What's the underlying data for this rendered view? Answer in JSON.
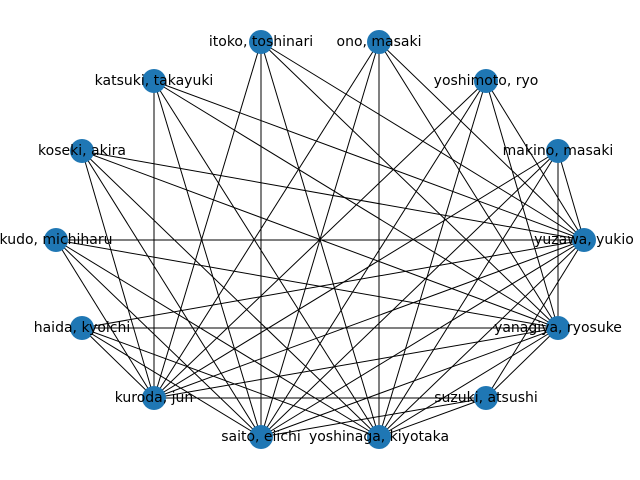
{
  "graph": {
    "node_color": "#1f77b4",
    "edge_color": "#000000",
    "label_color": "#000000",
    "nodes": [
      {
        "id": "itoko",
        "label": "itoko, toshinari"
      },
      {
        "id": "ono",
        "label": "ono, masaki"
      },
      {
        "id": "katsuki",
        "label": "katsuki, takayuki"
      },
      {
        "id": "yoshimoto",
        "label": "yoshimoto, ryo"
      },
      {
        "id": "koseki",
        "label": "koseki, akira"
      },
      {
        "id": "makino",
        "label": "makino, masaki"
      },
      {
        "id": "kudo",
        "label": "kudo, michiharu"
      },
      {
        "id": "yuzawa",
        "label": "yuzawa, yukio"
      },
      {
        "id": "haida",
        "label": "haida, kyoichi"
      },
      {
        "id": "yanagiya",
        "label": "yanagiya, ryosuke"
      },
      {
        "id": "kuroda",
        "label": "kuroda, jun"
      },
      {
        "id": "suzuki",
        "label": "suzuki, atsushi"
      },
      {
        "id": "saito",
        "label": "saito, eiichi"
      },
      {
        "id": "yoshinaga",
        "label": "yoshinaga, kiyotaka"
      }
    ],
    "edges": [
      [
        "itoko",
        "kuroda"
      ],
      [
        "itoko",
        "saito"
      ],
      [
        "itoko",
        "yoshinaga"
      ],
      [
        "itoko",
        "yuzawa"
      ],
      [
        "itoko",
        "yanagiya"
      ],
      [
        "ono",
        "kuroda"
      ],
      [
        "ono",
        "saito"
      ],
      [
        "ono",
        "yoshinaga"
      ],
      [
        "ono",
        "yuzawa"
      ],
      [
        "ono",
        "yanagiya"
      ],
      [
        "katsuki",
        "kuroda"
      ],
      [
        "katsuki",
        "saito"
      ],
      [
        "katsuki",
        "yoshinaga"
      ],
      [
        "katsuki",
        "yuzawa"
      ],
      [
        "katsuki",
        "yanagiya"
      ],
      [
        "yoshimoto",
        "kuroda"
      ],
      [
        "yoshimoto",
        "saito"
      ],
      [
        "yoshimoto",
        "yoshinaga"
      ],
      [
        "yoshimoto",
        "yuzawa"
      ],
      [
        "yoshimoto",
        "yanagiya"
      ],
      [
        "koseki",
        "kuroda"
      ],
      [
        "koseki",
        "saito"
      ],
      [
        "koseki",
        "yoshinaga"
      ],
      [
        "koseki",
        "yuzawa"
      ],
      [
        "koseki",
        "yanagiya"
      ],
      [
        "makino",
        "kuroda"
      ],
      [
        "makino",
        "saito"
      ],
      [
        "makino",
        "yoshinaga"
      ],
      [
        "makino",
        "yuzawa"
      ],
      [
        "makino",
        "yanagiya"
      ],
      [
        "kudo",
        "kuroda"
      ],
      [
        "kudo",
        "saito"
      ],
      [
        "kudo",
        "yoshinaga"
      ],
      [
        "kudo",
        "yuzawa"
      ],
      [
        "kudo",
        "yanagiya"
      ],
      [
        "haida",
        "kuroda"
      ],
      [
        "haida",
        "saito"
      ],
      [
        "haida",
        "yoshinaga"
      ],
      [
        "haida",
        "yuzawa"
      ],
      [
        "haida",
        "yanagiya"
      ],
      [
        "suzuki",
        "kuroda"
      ],
      [
        "suzuki",
        "saito"
      ],
      [
        "suzuki",
        "yoshinaga"
      ],
      [
        "suzuki",
        "yuzawa"
      ],
      [
        "suzuki",
        "yanagiya"
      ],
      [
        "yuzawa",
        "kuroda"
      ],
      [
        "yuzawa",
        "saito"
      ],
      [
        "yuzawa",
        "yoshinaga"
      ],
      [
        "yanagiya",
        "kuroda"
      ],
      [
        "yanagiya",
        "saito"
      ],
      [
        "yanagiya",
        "yoshinaga"
      ]
    ]
  }
}
